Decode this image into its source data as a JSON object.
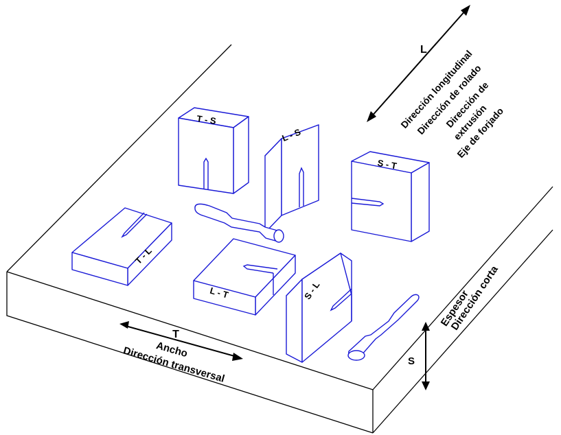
{
  "directions": {
    "longitudinal": {
      "letter": "L",
      "lines": [
        "Dirección longitudinal",
        "Dirección de rolado",
        "Dirección de",
        "extrusión",
        "Eje de forjado"
      ]
    },
    "transverse": {
      "letter": "T",
      "lines": [
        "Ancho",
        "Dirección transversal"
      ]
    },
    "short": {
      "letter": "S",
      "lines": [
        "Espesor",
        "Dirección corta"
      ]
    }
  },
  "specimens": {
    "ts": "T - S",
    "ls": "L - S",
    "st": "S - T",
    "tl": "T - L",
    "lt": "L - T",
    "sl": "S - L"
  },
  "colors": {
    "specimen_stroke": "#1a1ad6",
    "plate_stroke": "#000000",
    "background": "#ffffff"
  }
}
